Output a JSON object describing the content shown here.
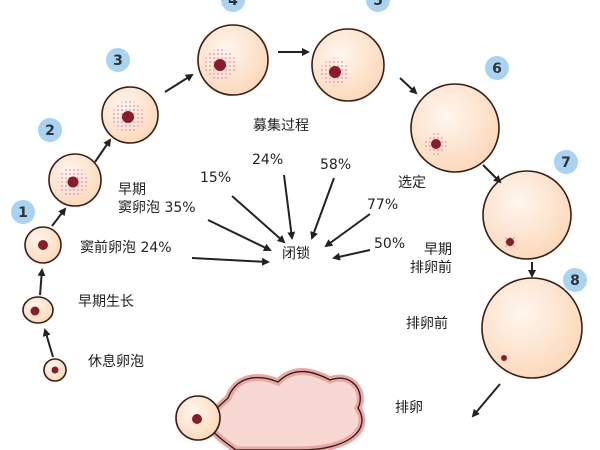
{
  "steps": [
    "1",
    "2",
    "3",
    "4",
    "5",
    "6",
    "7",
    "8"
  ],
  "stages": {
    "resting": "休息卵泡",
    "early_growth": "早期生长",
    "preantral": "窦前卵泡 24%",
    "early_antral_line1": "早期",
    "early_antral_line2": "窦卵泡 35%",
    "recruitment": "募集过程",
    "selection": "选定",
    "early_preovulatory_line1": "早期",
    "early_preovulatory_line2": "排卵前",
    "preovulatory": "排卵前",
    "ovulation": "排卵"
  },
  "atresia": {
    "label": "闭锁",
    "percentages": [
      "15%",
      "24%",
      "58%",
      "77%",
      "50%"
    ]
  },
  "colors": {
    "badge_fill": "#a9d3f2",
    "follicle_fill": "#fde9d8",
    "follicle_outline": "#3a1e14",
    "oocyte_fill": "#8b1a2b",
    "granulosa_dots": "#e58ac0",
    "arrow": "#222222",
    "ovary_fill": "#f7d8d2",
    "ovary_outline": "#e9a8a8"
  }
}
